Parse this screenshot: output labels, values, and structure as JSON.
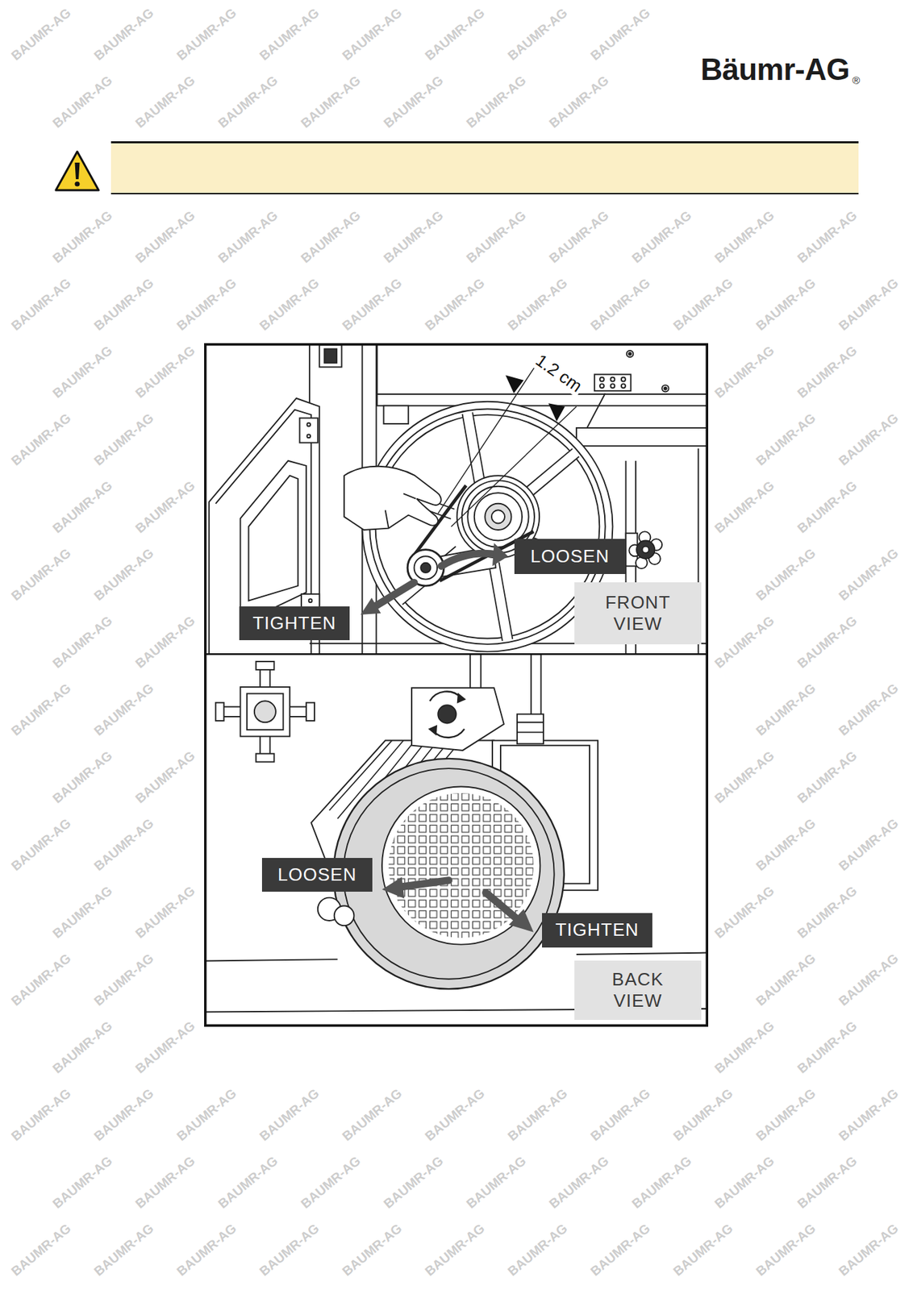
{
  "diagram": {
    "nodes": [
      {
        "text": [
          "LOOSEN"
        ]
      },
      {
        "text": [
          "FRONT VIEW"
        ]
      },
      {
        "text": [
          "TIGHTEN"
        ]
      },
      {
        "text": [
          "LOOSEN"
        ]
      },
      {
        "text": [
          "TIGHTEN"
        ]
      },
      {
        "text": [
          "BACK VIEW"
        ]
      }
    ],
    "labels": [
      "Bäumr-AG",
      "®",
      "1.2 cm",
      "BAUMR-AG",
      "BAUMR-AG",
      "BAUMR-AG",
      "BAUMR-AG",
      "BAUMR-AG",
      "BAUMR-AG",
      "BAUMR-AG",
      "BAUMR-AG",
      "BAUMR-AG",
      "BAUMR-AG",
      "BAUMR-AG",
      "BAUMR-AG",
      "BAUMR-AG",
      "BAUMR-AG",
      "BAUMR-AG",
      "BAUMR-AG",
      "BAUMR-AG",
      "BAUMR-AG",
      "BAUMR-AG",
      "BAUMR-AG",
      "BAUMR-AG",
      "BAUMR-AG",
      "BAUMR-AG",
      "BAUMR-AG",
      "BAUMR-AG",
      "BAUMR-AG",
      "BAUMR-AG",
      "BAUMR-AG",
      "BAUMR-AG",
      "BAUMR-AG",
      "BAUMR-AG",
      "BAUMR-AG",
      "BAUMR-AG",
      "BAUMR-AG",
      "BAUMR-AG",
      "BAUMR-AG",
      "BAUMR-AG",
      "BAUMR-AG",
      "BAUMR-AG",
      "BAUMR-AG",
      "BAUMR-AG",
      "BAUMR-AG",
      "BAUMR-AG",
      "BAUMR-AG",
      "BAUMR-AG",
      "BAUMR-AG",
      "BAUMR-AG",
      "BAUMR-AG",
      "BAUMR-AG",
      "BAUMR-AG",
      "BAUMR-AG",
      "BAUMR-AG",
      "BAUMR-AG",
      "BAUMR-AG",
      "BAUMR-AG",
      "BAUMR-AG",
      "BAUMR-AG",
      "BAUMR-AG",
      "BAUMR-AG",
      "BAUMR-AG",
      "BAUMR-AG",
      "BAUMR-AG",
      "BAUMR-AG",
      "BAUMR-AG",
      "BAUMR-AG",
      "BAUMR-AG",
      "BAUMR-AG",
      "BAUMR-AG",
      "BAUMR-AG",
      "BAUMR-AG",
      "BAUMR-AG",
      "BAUMR-AG",
      "BAUMR-AG",
      "BAUMR-AG",
      "BAUMR-AG",
      "BAUMR-AG",
      "BAUMR-AG",
      "BAUMR-AG",
      "BAUMR-AG",
      "BAUMR-AG",
      "BAUMR-AG",
      "BAUMR-AG",
      "BAUMR-AG",
      "BAUMR-AG",
      "BAUMR-AG",
      "BAUMR-AG",
      "BAUMR-AG",
      "BAUMR-AG",
      "BAUMR-AG",
      "BAUMR-AG",
      "BAUMR-AG",
      "BAUMR-AG",
      "BAUMR-AG",
      "BAUMR-AG",
      "BAUMR-AG",
      "BAUMR-AG",
      "BAUMR-AG",
      "BAUMR-AG",
      "BAUMR-AG",
      "BAUMR-AG",
      "BAUMR-AG",
      "BAUMR-AG",
      "BAUMR-AG",
      "BAUMR-AG",
      "BAUMR-AG",
      "BAUMR-AG",
      "BAUMR-AG",
      "BAUMR-AG",
      "BAUMR-AG",
      "BAUMR-AG",
      "BAUMR-AG",
      "BAUMR-AG"
    ]
  }
}
